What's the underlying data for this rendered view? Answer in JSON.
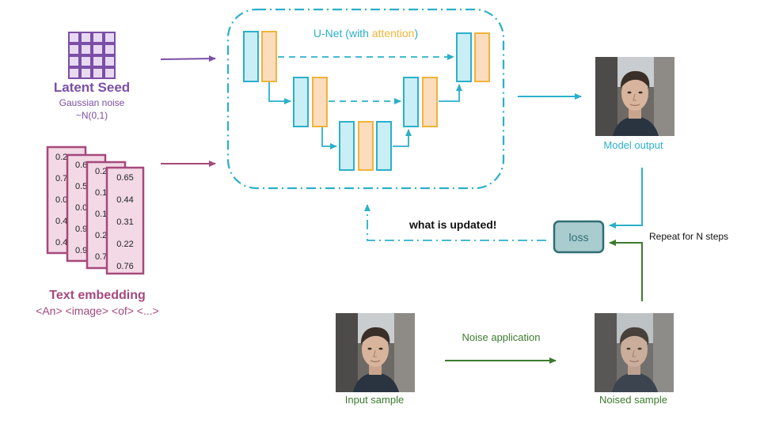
{
  "latent_seed": {
    "title": "Latent Seed",
    "subtitle": "Gaussian noise",
    "formula": "~N(0,1)"
  },
  "unet": {
    "label_prefix": "U-Net (with ",
    "label_highlight": "attention",
    "label_suffix": ")"
  },
  "text_embedding": {
    "title": "Text embedding",
    "tokens": "<An> <image> <of> <...>",
    "front_values": [
      "0.65",
      "0.44",
      "0.31",
      "0.22",
      "0.76"
    ],
    "card3_partial": [
      "0.2",
      "0.1",
      "0.1",
      "0.2",
      "0.7"
    ],
    "card2_partial": [
      "0.6",
      "0.5",
      "0.0",
      "0.9",
      "0.9"
    ],
    "card1_partial": [
      "0.2",
      "0.7",
      "0.0",
      "0.4",
      "0.4"
    ]
  },
  "model_output": {
    "label": "Model output"
  },
  "loss": {
    "label": "loss"
  },
  "updated": {
    "label": "what is updated!"
  },
  "repeat": {
    "label": "Repeat for N steps"
  },
  "input_sample": {
    "label": "Input sample"
  },
  "noise_application": {
    "label": "Noise application"
  },
  "noised_sample": {
    "label": "Noised sample"
  },
  "colors": {
    "purple": "#7b4fa6",
    "magenta": "#a5497c",
    "cyan": "#2bb0c9",
    "orange": "#f0b43a",
    "green": "#3c7a2c",
    "loss_fill": "#a9cccf",
    "loss_border": "#2e6e74"
  },
  "icons": {
    "latent_grid": "grid-icon",
    "photo": "face-photo"
  }
}
